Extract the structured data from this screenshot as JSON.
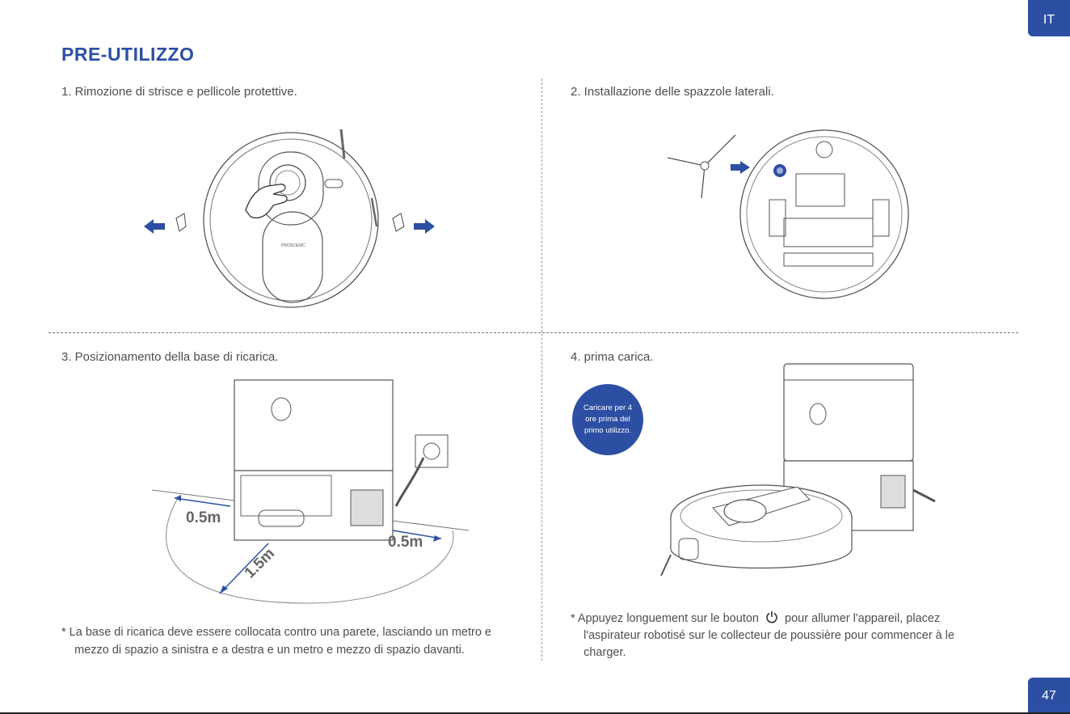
{
  "lang_tab": "IT",
  "page_number": "47",
  "title": "PRE-UTILIZZO",
  "steps": {
    "s1": "1. Rimozione di strisce e pellicole protettive.",
    "s2": "2. Installazione delle spazzole laterali.",
    "s3": "3. Posizionamento della base di ricarica.",
    "s4": "4. prima carica."
  },
  "badge_text": "Caricare per 4 ore prima del primo utilizzo.",
  "distances": {
    "left": "0.5m",
    "right": "0.5m",
    "front": "1.5m"
  },
  "brand_label": "PROSCENIC",
  "notes": {
    "left_line1": "*  La base di ricarica deve essere collocata contro una parete, lasciando un metro e",
    "left_line2": "    mezzo di spazio a sinistra e a destra e un metro e mezzo di spazio davanti.",
    "right_line1_a": "*  Appuyez longuement sur le bouton",
    "right_line1_b": "pour allumer l'appareil, placez",
    "right_line2": "    l'aspirateur robotisé sur le collecteur de poussière pour commencer à le",
    "right_line3": "    charger."
  },
  "colors": {
    "accent": "#2d4fa3",
    "text": "#4d4d4d"
  },
  "icons": [
    "power-icon",
    "arrow-left-icon",
    "arrow-right-icon",
    "hand-icon",
    "wall-socket-icon"
  ]
}
